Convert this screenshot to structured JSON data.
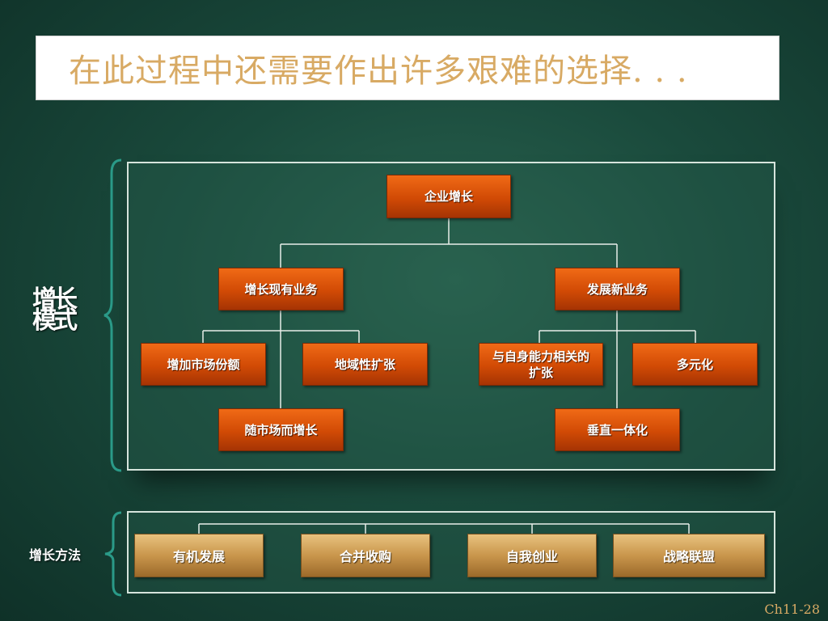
{
  "title": "在此过程中还需要作出许多艰难的选择. . .",
  "growth_mode_label": "增长模式",
  "growth_method_label": "增长方法",
  "tree": {
    "root": "企业增长",
    "left_branch": "增长现有业务",
    "right_branch": "发展新业务",
    "left_children": [
      "增加市场份额",
      "地域性扩张",
      "随市场而增长"
    ],
    "right_children": [
      "与自身能力相关的扩张",
      "多元化",
      "垂直一体化"
    ]
  },
  "methods": [
    "有机发展",
    "合并收购",
    "自我创业",
    "战略联盟"
  ],
  "page_number": "Ch11-28",
  "colors": {
    "node_orange": "#d14a05",
    "method_gold": "#c9964c",
    "title_text": "#d8aa64",
    "brace_teal": "#2a9a88"
  }
}
